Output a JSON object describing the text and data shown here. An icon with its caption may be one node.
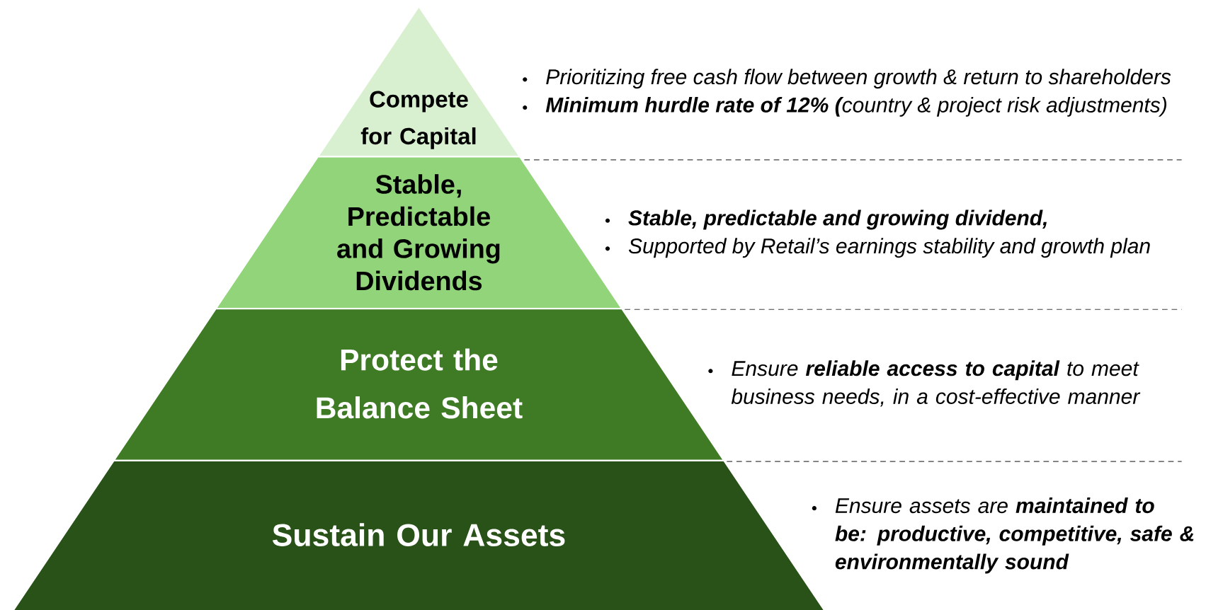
{
  "diagram": {
    "nodes": [
      {
        "text": [
          "Compete for Capital"
        ]
      },
      {
        "text": [
          "Stable, Predictable and Growing Dividends"
        ]
      },
      {
        "text": [
          "Protect the Balance Sheet"
        ]
      },
      {
        "text": [
          "Sustain Our Assets"
        ]
      }
    ],
    "labels": [
      "Prioritizing free cash flow between growth & return to shareholders",
      "**Minimum hurdle rate of 12% (**country & project risk adjustments)",
      "Stable, predictable and growing dividend,",
      "Supported by Retail’s earnings stability and growth plan",
      "Ensure **reliable access to capital** to meet business needs, in a cost-effective manner",
      "Ensure assets are **maintained to be: productive, competitive, safe & environmentally sound**"
    ]
  }
}
